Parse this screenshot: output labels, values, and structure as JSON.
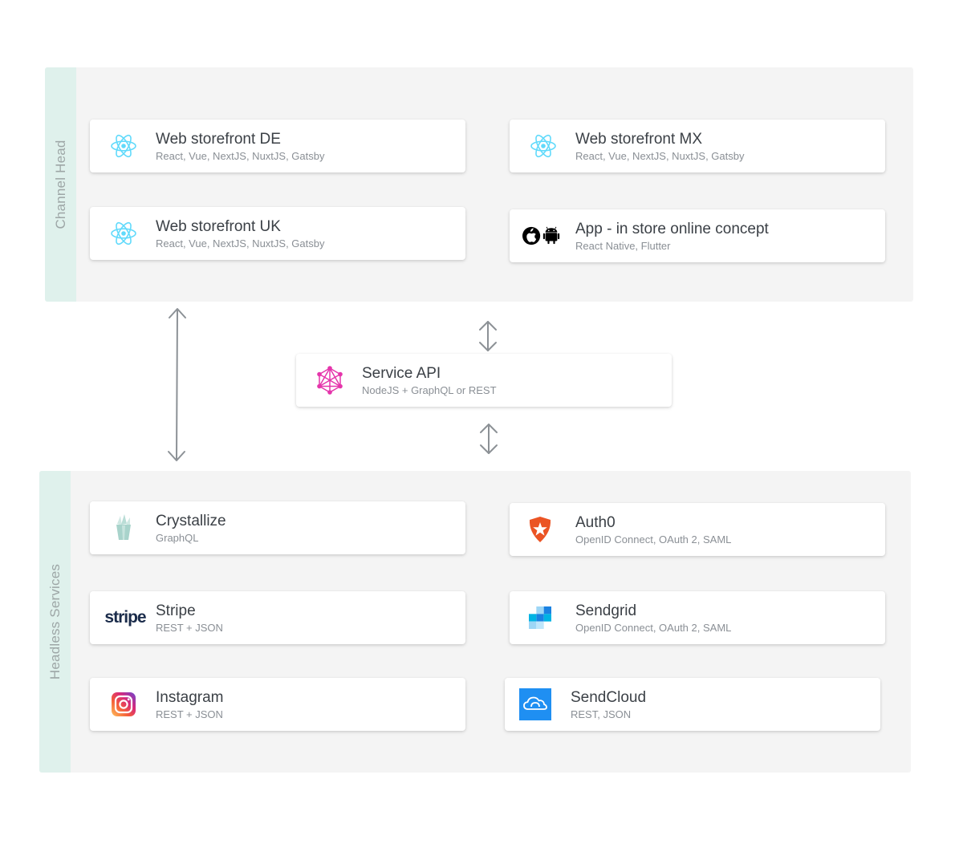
{
  "channel_head": {
    "label": "Channel Head",
    "cards": [
      {
        "title": "Web storefront DE",
        "subtitle": "React, Vue, NextJS, NuxtJS, Gatsby",
        "icon": "react-icon"
      },
      {
        "title": "Web storefront MX",
        "subtitle": "React, Vue, NextJS, NuxtJS, Gatsby",
        "icon": "react-icon"
      },
      {
        "title": "Web storefront UK",
        "subtitle": "React, Vue, NextJS, NuxtJS, Gatsby",
        "icon": "react-icon"
      },
      {
        "title": "App - in store online concept",
        "subtitle": "React Native, Flutter",
        "icon": "apple-android-icon"
      }
    ]
  },
  "service_api": {
    "title": "Service API",
    "subtitle": "NodeJS + GraphQL or REST",
    "icon": "graphql-icon"
  },
  "headless_services": {
    "label": "Headless Services",
    "cards": [
      {
        "title": "Crystallize",
        "subtitle": "GraphQL",
        "icon": "crystallize-icon"
      },
      {
        "title": "Auth0",
        "subtitle": "OpenID Connect, OAuth 2, SAML",
        "icon": "auth0-icon"
      },
      {
        "title": "Stripe",
        "subtitle": "REST + JSON",
        "icon": "stripe-icon",
        "logo_text": "stripe"
      },
      {
        "title": "Sendgrid",
        "subtitle": "OpenID Connect, OAuth 2, SAML",
        "icon": "sendgrid-icon"
      },
      {
        "title": "Instagram",
        "subtitle": "REST + JSON",
        "icon": "instagram-icon"
      },
      {
        "title": "SendCloud",
        "subtitle": "REST, JSON",
        "icon": "sendcloud-icon"
      }
    ]
  },
  "colors": {
    "panel_bg": "#f4f4f4",
    "label_bg": "#dff1ec",
    "react": "#61dafb",
    "graphql": "#e535ab",
    "auth0": "#eb5424",
    "stripe": "#1a2b4a",
    "sendgrid": "#1a82e2",
    "sendcloud": "#1f8ff2",
    "arrow": "#8c9196"
  }
}
